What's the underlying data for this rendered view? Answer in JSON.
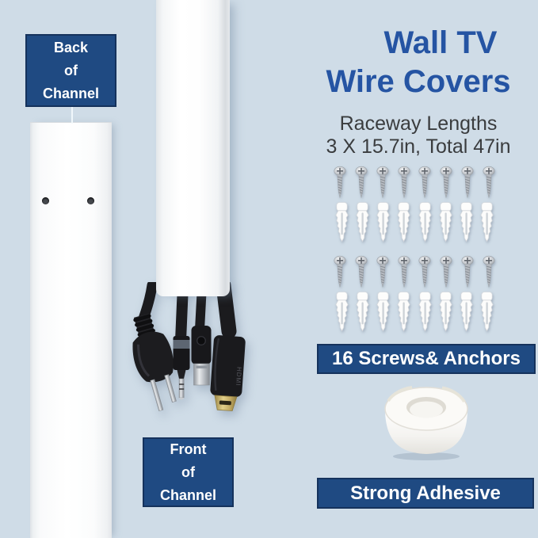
{
  "background_color": "#cfdce7",
  "accent": {
    "box_bg": "#1f4a82",
    "box_border": "#15325c",
    "box_text": "#ffffff",
    "title_blue": "#2554a3",
    "subtitle_text": "#3a3c3e"
  },
  "title": {
    "line1": "Wall TV",
    "line2": "Wire Covers"
  },
  "subtitle": {
    "line1": "Raceway Lengths",
    "line2": "3 X 15.7in, Total 47in"
  },
  "callouts": {
    "back_channel": {
      "lines": [
        "Back",
        "of",
        "Channel"
      ]
    },
    "front_channel": {
      "lines": [
        "Front",
        "of",
        "Channel"
      ]
    }
  },
  "badges": {
    "screws_anchors": "16 Screws& Anchors",
    "adhesive": "Strong Adhesive"
  },
  "hardware_grid": {
    "rows": [
      {
        "type": "screw",
        "count": 8
      },
      {
        "type": "anchor",
        "count": 8
      },
      {
        "type": "screw",
        "count": 8
      },
      {
        "type": "anchor",
        "count": 8
      }
    ]
  },
  "connector_markings": {
    "hdmi": "HDMI"
  },
  "icons": {
    "screw": "phillips-screw-icon",
    "anchor": "wall-anchor-icon",
    "tape": "adhesive-tape-roll",
    "cables": [
      "power-plug-cable",
      "audio-jack-cable",
      "usb-a-cable",
      "hdmi-cable"
    ]
  }
}
